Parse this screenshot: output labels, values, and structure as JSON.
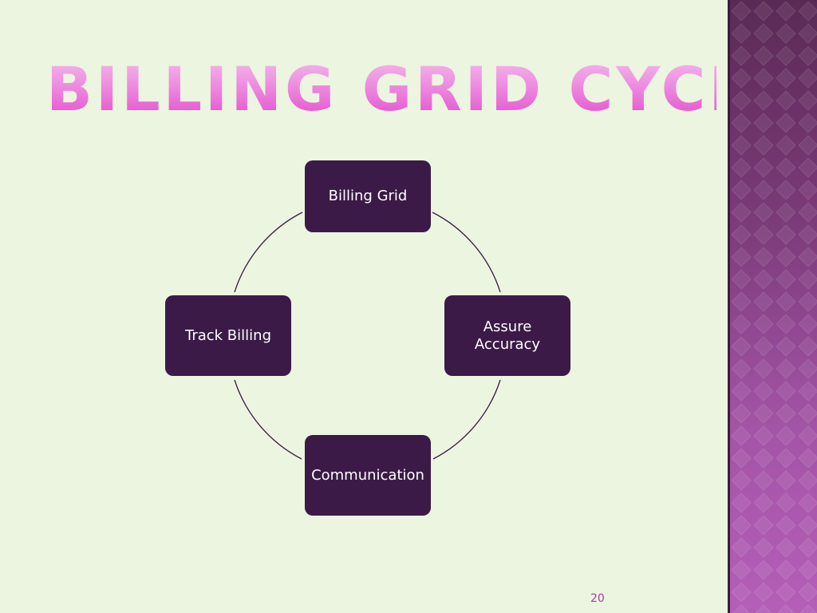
{
  "slide": {
    "title": "BILLING GRID CYCLE",
    "page_number": "20"
  },
  "cycle": {
    "nodes": [
      {
        "id": "billing-grid",
        "label": "Billing Grid"
      },
      {
        "id": "assure-accuracy",
        "label": "Assure Accuracy"
      },
      {
        "id": "communication",
        "label": "Communication"
      },
      {
        "id": "track-billing",
        "label": "Track Billing"
      }
    ]
  },
  "colors": {
    "background": "#ebf5df",
    "node_fill": "#3b1a47",
    "node_text": "#ffffff",
    "connector": "#3b1a47",
    "title_gradient_top": "#f6c6ee",
    "title_gradient_bottom": "#e23fc7",
    "side_band": "#a354a6",
    "page_number": "#b03aa6"
  }
}
